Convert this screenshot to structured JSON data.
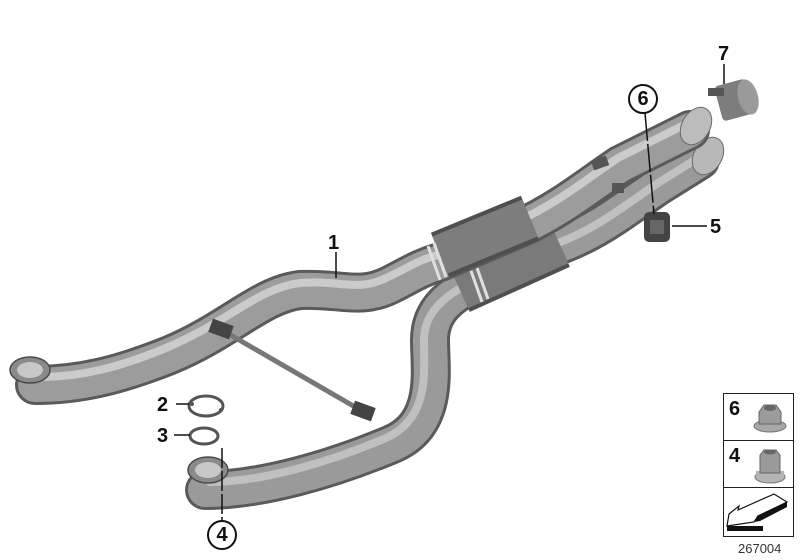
{
  "diagram": {
    "type": "exploded parts diagram",
    "subject": "exhaust system front section with twin pipes",
    "diagram_id": "267004",
    "callouts": [
      {
        "number": "1",
        "style": "plain",
        "part": "front pipe assembly"
      },
      {
        "number": "2",
        "style": "plain",
        "part": "gasket (flanged)"
      },
      {
        "number": "3",
        "style": "plain",
        "part": "sealing ring"
      },
      {
        "number": "4",
        "style": "circled",
        "part": "flange nut"
      },
      {
        "number": "5",
        "style": "plain",
        "part": "rubber mount"
      },
      {
        "number": "6",
        "style": "circled",
        "part": "hex flange nut"
      },
      {
        "number": "7",
        "style": "plain",
        "part": "clamp sleeve"
      }
    ],
    "legend": {
      "items": [
        {
          "number": "6",
          "icon": "hex-flange-nut-icon"
        },
        {
          "number": "4",
          "icon": "collar-nut-icon"
        },
        {
          "number": "",
          "icon": "direction-arrow-icon"
        }
      ]
    },
    "colors": {
      "pipe": "#8a8a8a",
      "pipe_highlight": "#d2d2d2",
      "pipe_shadow": "#5e5e5e",
      "line": "#111111",
      "background": "#ffffff"
    }
  }
}
